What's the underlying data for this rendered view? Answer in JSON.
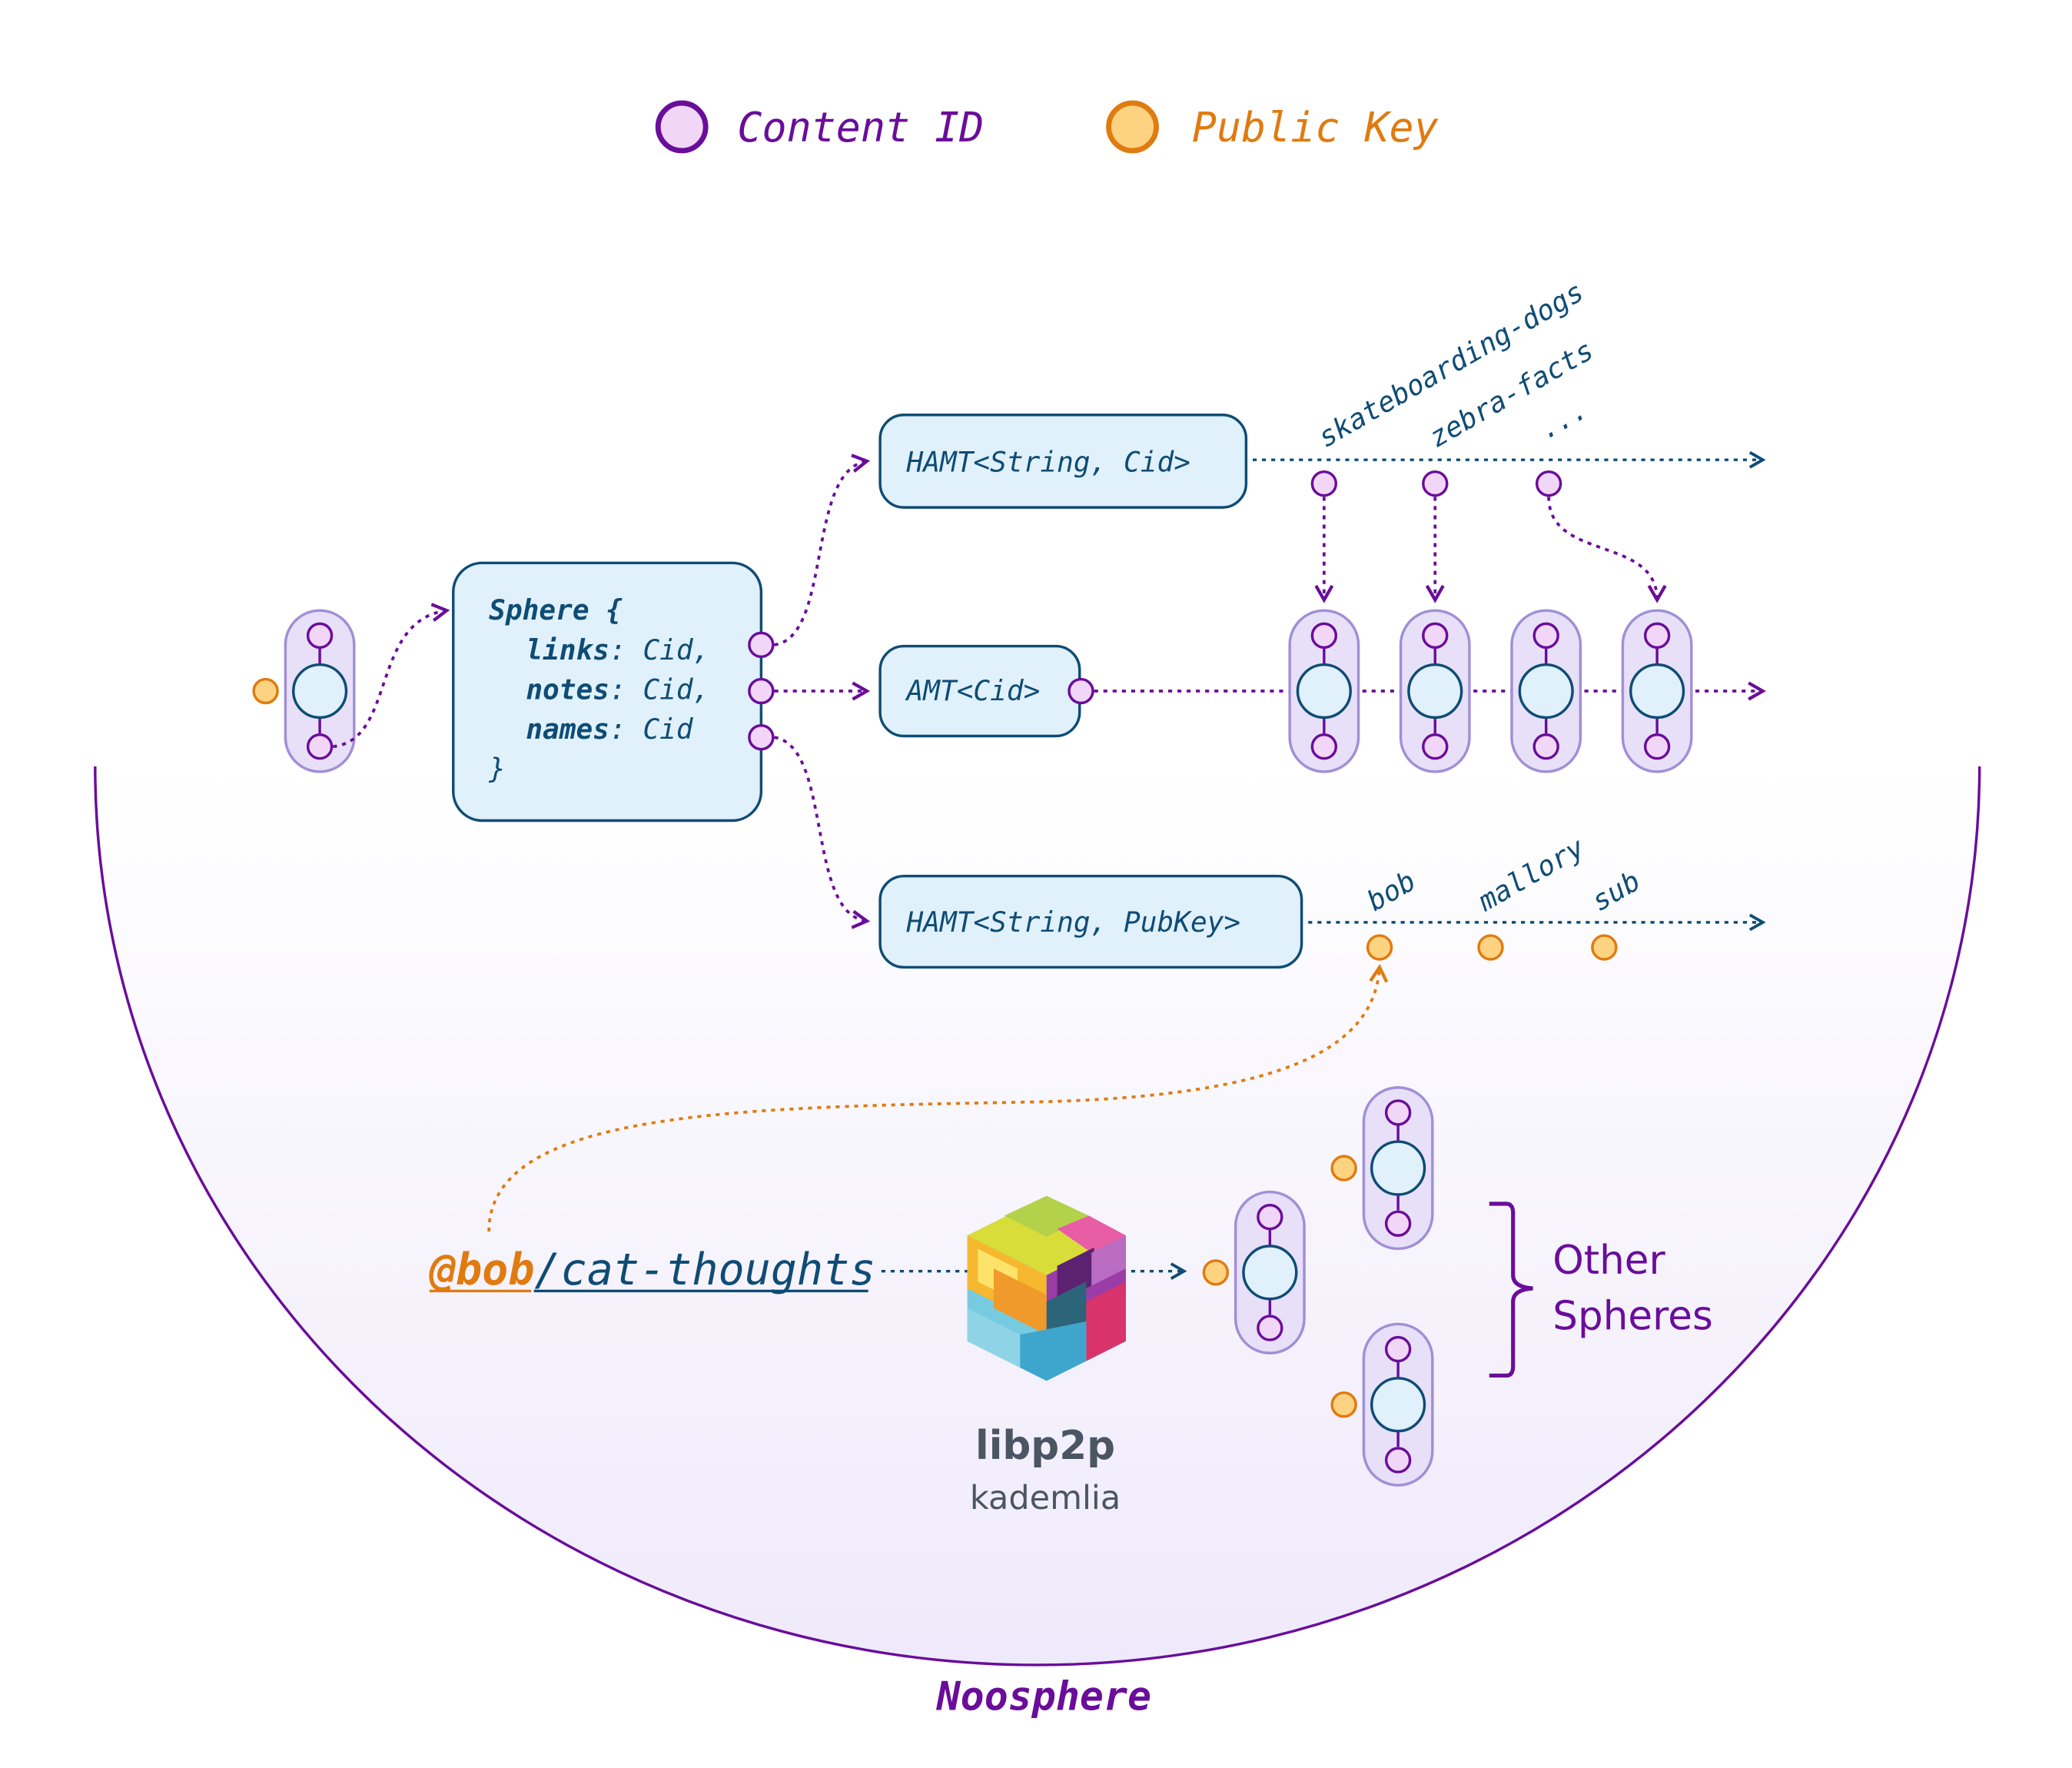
{
  "legend": {
    "content_id_label": "Content ID",
    "public_key_label": "Public Key"
  },
  "sphere_struct": {
    "line1": "Sphere {",
    "field_links": "links",
    "field_notes": "notes",
    "field_names": "names",
    "type_cid_comma": ": Cid,",
    "type_cid": ": Cid",
    "closing": "}"
  },
  "nodes": {
    "hamt_links": "HAMT<String, Cid>",
    "amt_notes": "AMT<Cid>",
    "hamt_names": "HAMT<String, PubKey>"
  },
  "link_keys": [
    "skateboarding-dogs",
    "zebra-facts",
    "..."
  ],
  "name_keys": [
    "bob",
    "mallory",
    "sub"
  ],
  "address": {
    "petname": "@bob",
    "slug": "/cat-thoughts"
  },
  "network": {
    "title": "libp2p",
    "subtitle": "kademlia"
  },
  "other_spheres": {
    "line1": "Other",
    "line2": "Spheres"
  },
  "footer": {
    "title": "Noosphere"
  },
  "colors": {
    "purple": "#6a0d9a",
    "cid_fill": "#f2d6f7",
    "orange": "#e07b10",
    "key_fill": "#fdd382",
    "navy": "#0f4c75",
    "node_fill": "#e0f1fc",
    "capsule_fill": "#e8e0f8",
    "capsule_stroke": "#a08fd6"
  }
}
